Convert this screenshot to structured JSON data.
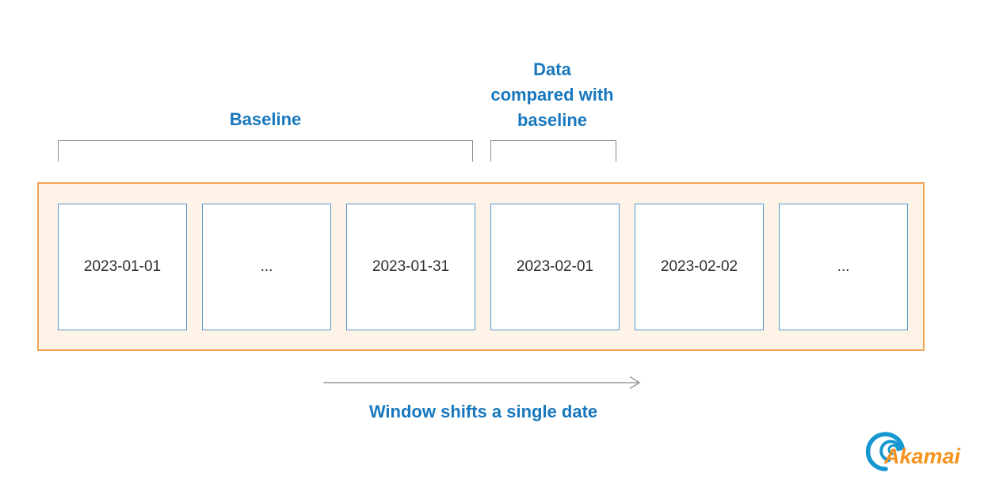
{
  "diagram": {
    "baseline_label": "Baseline",
    "compared_label_lines": [
      "Data",
      "compared with",
      "baseline"
    ],
    "window_boxes": [
      "2023-01-01",
      "...",
      "2023-01-31",
      "2023-02-01",
      "2023-02-02",
      "..."
    ],
    "caption": "Window shifts a single date"
  },
  "logo": {
    "brand": "Akamai"
  },
  "colors": {
    "label_blue": "#1878bd",
    "box_border_blue": "#5598cb",
    "container_border_orange": "#f0a458",
    "container_bg": "#fdf3e7",
    "date_text": "#2e2e2e",
    "line_gray": "#8a8a8a",
    "logo_orange": "#f6921e",
    "logo_blue": "#1697d0"
  }
}
